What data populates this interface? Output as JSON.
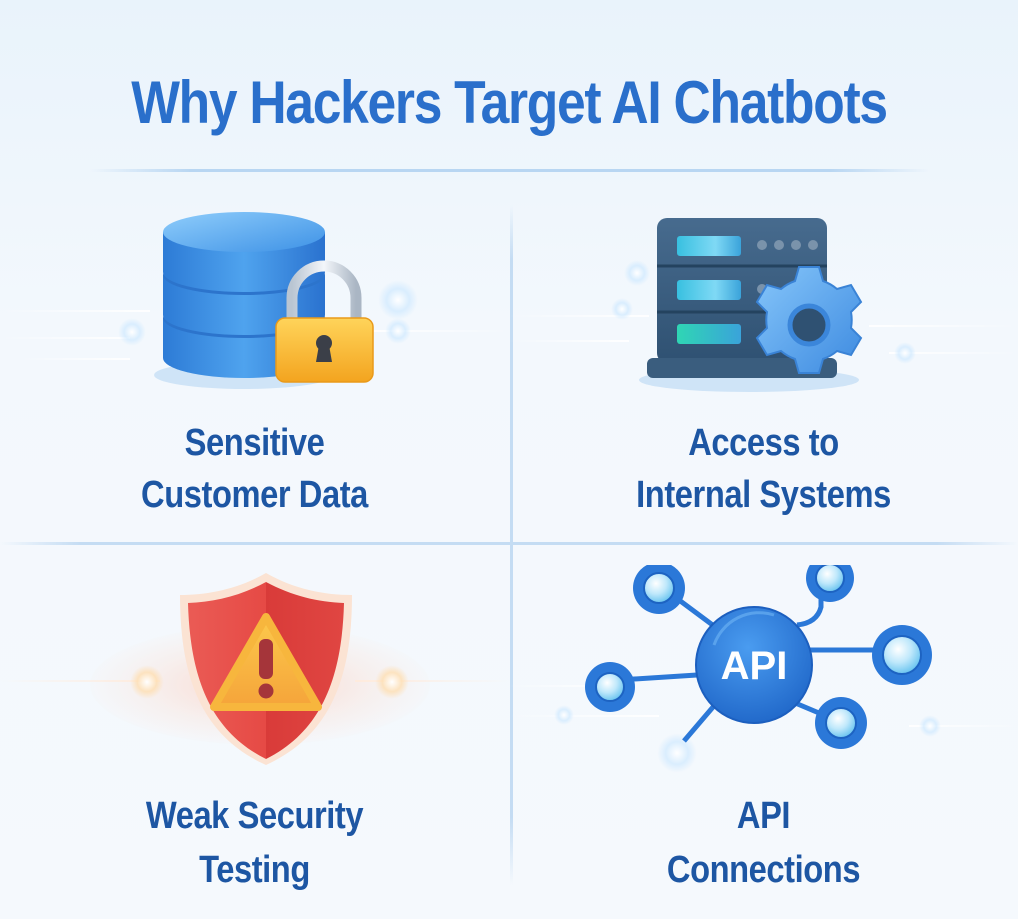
{
  "title": "Why Hackers Target AI Chatbots",
  "cards": [
    {
      "label_line1": "Sensitive",
      "label_line2": "Customer Data",
      "icon": "database-lock-icon"
    },
    {
      "label_line1": "Access to",
      "label_line2": "Internal Systems",
      "icon": "server-gear-icon"
    },
    {
      "label_line1": "Weak Security",
      "label_line2": "Testing",
      "icon": "shield-warning-icon"
    },
    {
      "label_line1": "API",
      "label_line2": "Connections",
      "icon": "api-network-icon",
      "icon_text": "API"
    }
  ],
  "colors": {
    "title": "#2a6fcb",
    "label": "#1d56a3",
    "divider": "#c4dcf3",
    "database": "#3b8fe0",
    "lock": "#f6b830",
    "server": "#3a5f80",
    "gear": "#5aa9ef",
    "shield": "#e04848",
    "warning": "#f7b63d",
    "api": "#2f7fdc"
  }
}
